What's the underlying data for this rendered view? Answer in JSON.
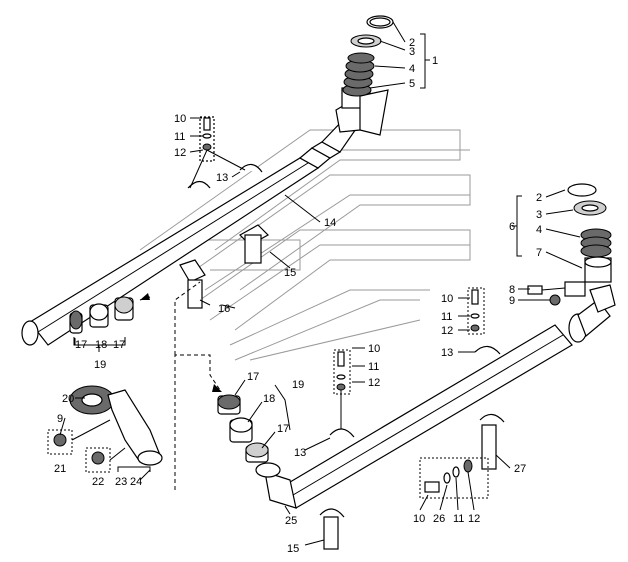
{
  "callouts": [
    {
      "id": "c1",
      "text": "1"
    },
    {
      "id": "c2a",
      "text": "2"
    },
    {
      "id": "c3a",
      "text": "3"
    },
    {
      "id": "c4a",
      "text": "4"
    },
    {
      "id": "c5",
      "text": "5"
    },
    {
      "id": "c10a",
      "text": "10"
    },
    {
      "id": "c11a",
      "text": "11"
    },
    {
      "id": "c12a",
      "text": "12"
    },
    {
      "id": "c13a",
      "text": "13"
    },
    {
      "id": "c14",
      "text": "14"
    },
    {
      "id": "c15a",
      "text": "15"
    },
    {
      "id": "c16",
      "text": "16"
    },
    {
      "id": "c17a",
      "text": "17"
    },
    {
      "id": "c18a",
      "text": "18"
    },
    {
      "id": "c17b",
      "text": "17"
    },
    {
      "id": "c19a",
      "text": "19"
    },
    {
      "id": "c20",
      "text": "20"
    },
    {
      "id": "c9a",
      "text": "9"
    },
    {
      "id": "c21",
      "text": "21"
    },
    {
      "id": "c22",
      "text": "22"
    },
    {
      "id": "c23",
      "text": "23"
    },
    {
      "id": "c24",
      "text": "24"
    },
    {
      "id": "c2b",
      "text": "2"
    },
    {
      "id": "c3b",
      "text": "3"
    },
    {
      "id": "c6",
      "text": "6"
    },
    {
      "id": "c4b",
      "text": "4"
    },
    {
      "id": "c7",
      "text": "7"
    },
    {
      "id": "c8",
      "text": "8"
    },
    {
      "id": "c9b",
      "text": "9"
    },
    {
      "id": "c10b",
      "text": "10"
    },
    {
      "id": "c11b",
      "text": "11"
    },
    {
      "id": "c12b",
      "text": "12"
    },
    {
      "id": "c13b",
      "text": "13"
    },
    {
      "id": "c10c",
      "text": "10"
    },
    {
      "id": "c11c",
      "text": "11"
    },
    {
      "id": "c12c",
      "text": "12"
    },
    {
      "id": "c17c",
      "text": "17"
    },
    {
      "id": "c19b",
      "text": "19"
    },
    {
      "id": "c18b",
      "text": "18"
    },
    {
      "id": "c17d",
      "text": "17"
    },
    {
      "id": "c13c",
      "text": "13"
    },
    {
      "id": "c27",
      "text": "27"
    },
    {
      "id": "c10d",
      "text": "10"
    },
    {
      "id": "c26",
      "text": "26"
    },
    {
      "id": "c11d",
      "text": "11"
    },
    {
      "id": "c12d",
      "text": "12"
    },
    {
      "id": "c25",
      "text": "25"
    },
    {
      "id": "c15b",
      "text": "15"
    }
  ]
}
